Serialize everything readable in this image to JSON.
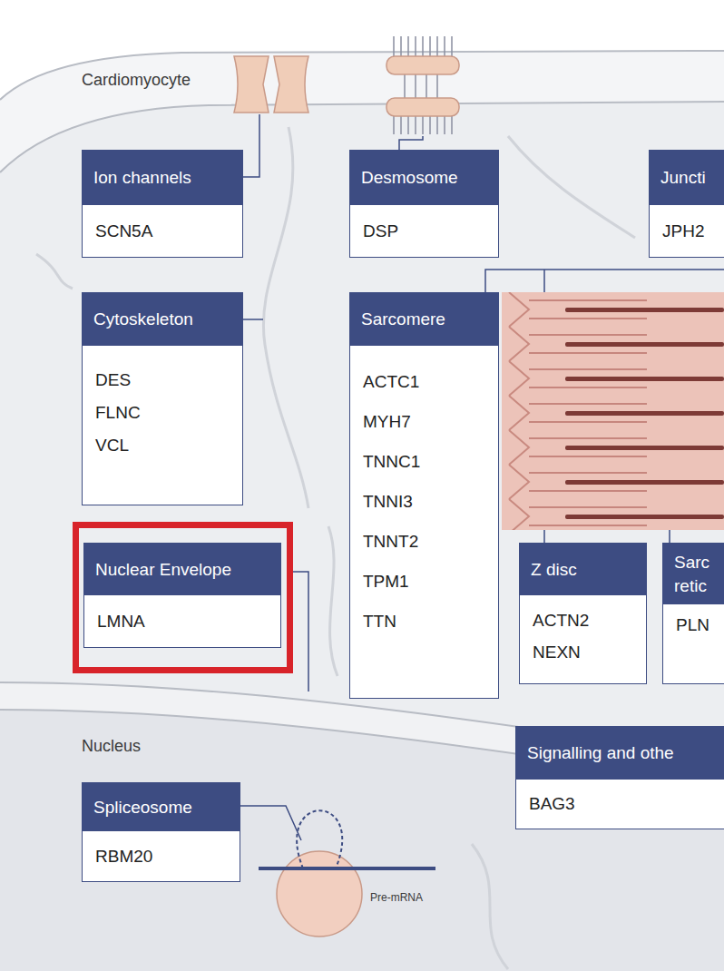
{
  "diagram": {
    "nodes": [
      {
        "text": [
          "Ion channels",
          "SCN5A"
        ]
      },
      {
        "text": [
          "Desmosome",
          "DSP"
        ]
      },
      {
        "text": [
          "Juncti",
          "JPH2"
        ]
      },
      {
        "text": [
          "Cytoskeleton",
          "DES FLNC VCL"
        ]
      },
      {
        "text": [
          "Sarcomere",
          "ACTC1 MYH7 TNNC1 TNNI3 TNNT2 TPM1 TTN"
        ]
      },
      {
        "text": [
          "Nuclear Envelope",
          "LMNA"
        ]
      },
      {
        "text": [
          "Z disc",
          "ACTN2 NEXN"
        ]
      },
      {
        "text": [
          "Sarc retic",
          "PLN"
        ]
      },
      {
        "text": [
          "Signalling and othe",
          "BAG3"
        ]
      },
      {
        "text": [
          "Spliceosome",
          "RBM20"
        ]
      }
    ],
    "labels": [
      "Cardiomyocyte",
      "Nucleus",
      "Pre-mRNA"
    ]
  }
}
